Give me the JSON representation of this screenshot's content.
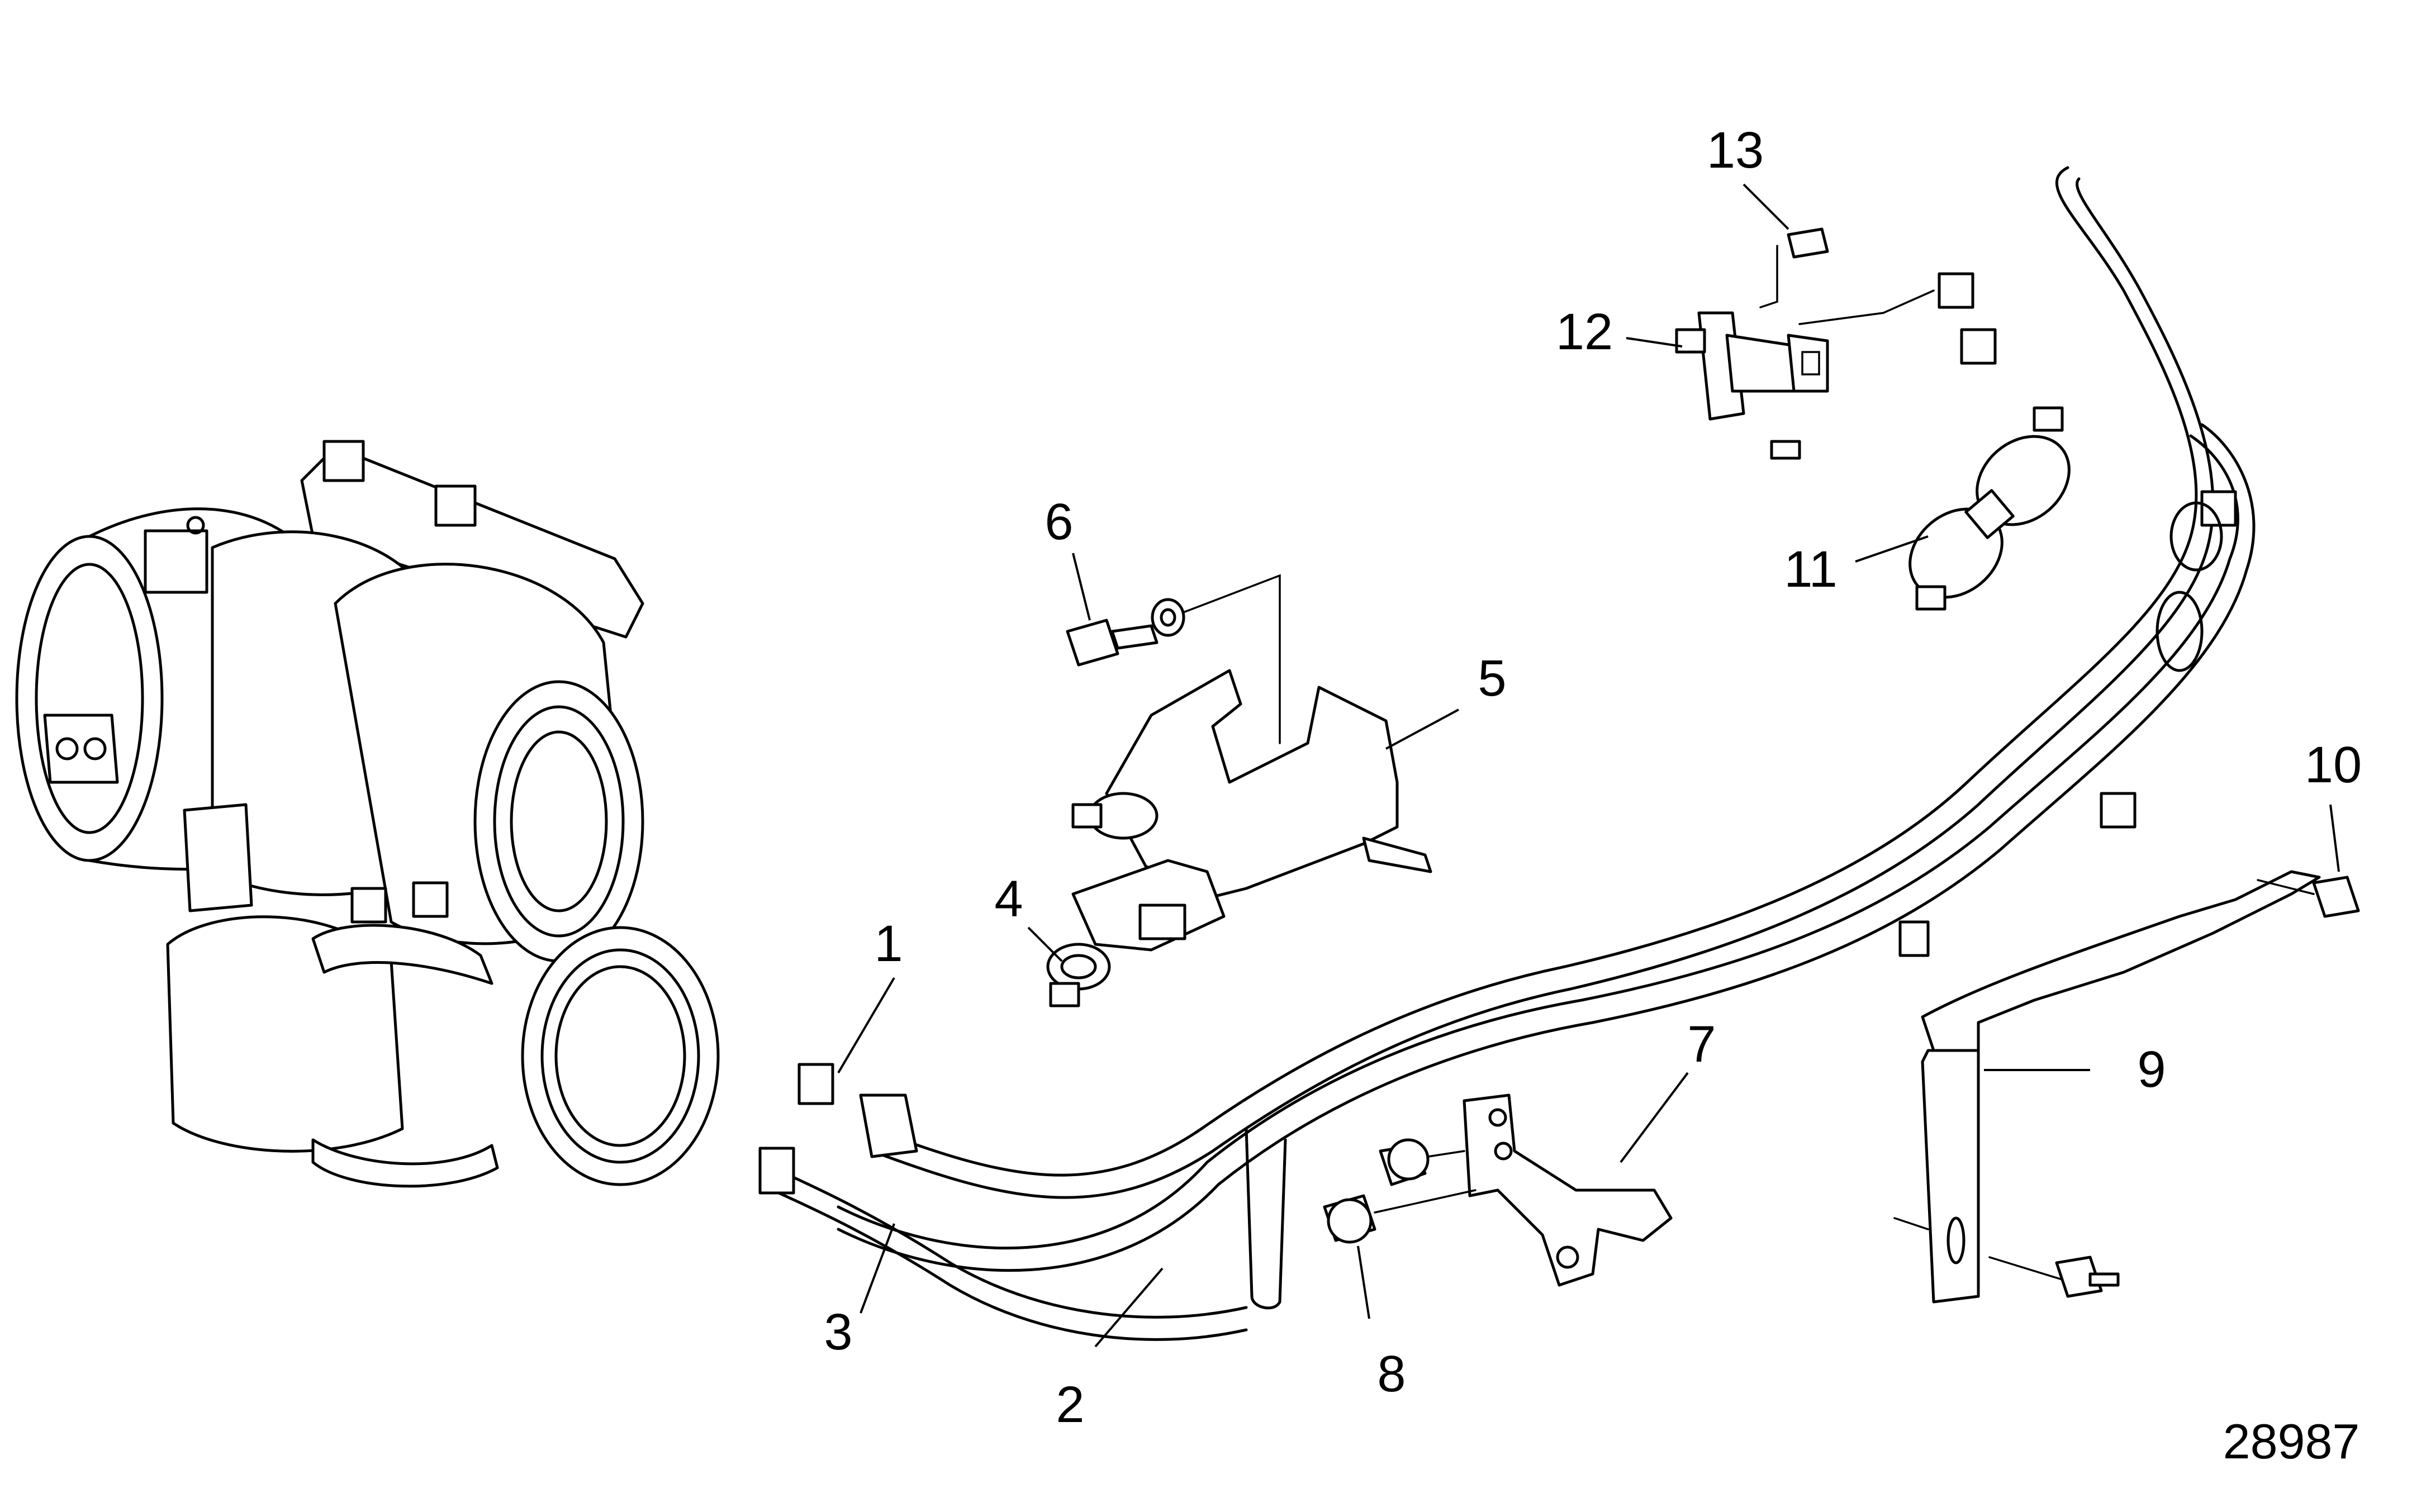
{
  "diagram": {
    "callouts": [
      {
        "id": "1",
        "label": "1"
      },
      {
        "id": "2",
        "label": "2"
      },
      {
        "id": "3",
        "label": "3"
      },
      {
        "id": "4",
        "label": "4"
      },
      {
        "id": "5",
        "label": "5"
      },
      {
        "id": "6",
        "label": "6"
      },
      {
        "id": "7",
        "label": "7"
      },
      {
        "id": "8",
        "label": "8"
      },
      {
        "id": "9",
        "label": "9"
      },
      {
        "id": "10",
        "label": "10"
      },
      {
        "id": "11",
        "label": "11"
      },
      {
        "id": "12",
        "label": "12"
      },
      {
        "id": "13",
        "label": "13"
      }
    ],
    "figure_number": "28987"
  }
}
